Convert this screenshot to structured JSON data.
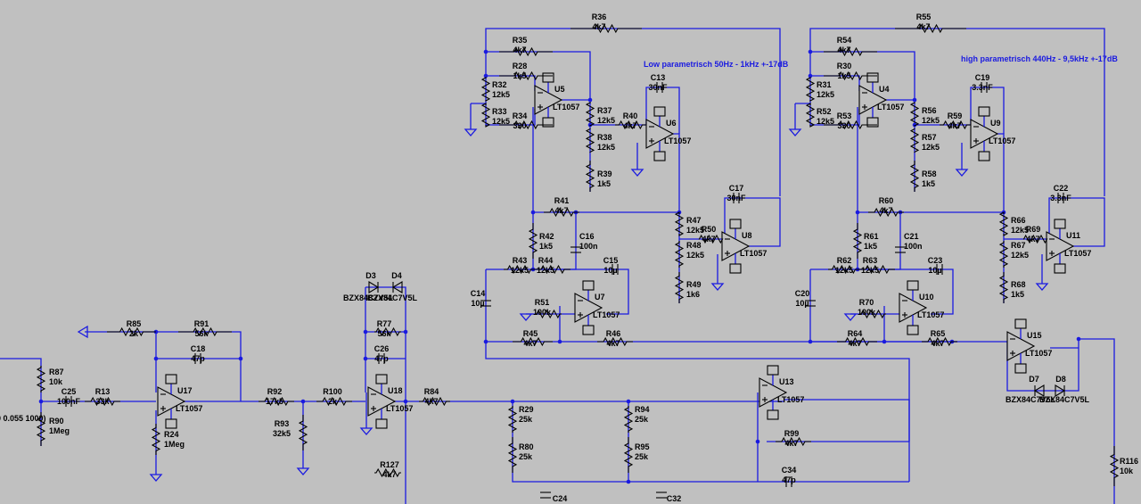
{
  "schematic": {
    "notes": {
      "low": "Low parametrisch 50Hz - 1kHz +-17dB",
      "high": "high parametrisch 440Hz - 9,5kHz +-17dB"
    },
    "source_fragment": "0 0.055 1000)",
    "resistors": [
      {
        "id": "R36",
        "value": "4k7"
      },
      {
        "id": "R35",
        "value": "4k7"
      },
      {
        "id": "R28",
        "value": "1k5"
      },
      {
        "id": "R32",
        "value": "12k5"
      },
      {
        "id": "R33",
        "value": "12k5"
      },
      {
        "id": "R34",
        "value": "330"
      },
      {
        "id": "R37",
        "value": "12k5"
      },
      {
        "id": "R38",
        "value": "12k5"
      },
      {
        "id": "R39",
        "value": "1k5"
      },
      {
        "id": "R40",
        "value": "4k7"
      },
      {
        "id": "R41",
        "value": "4k7"
      },
      {
        "id": "R42",
        "value": "1k5"
      },
      {
        "id": "R43",
        "value": "12k5"
      },
      {
        "id": "R44",
        "value": "12k5"
      },
      {
        "id": "R45",
        "value": "4k7"
      },
      {
        "id": "R46",
        "value": "4k7"
      },
      {
        "id": "R47",
        "value": "12k5"
      },
      {
        "id": "R48",
        "value": "12k5"
      },
      {
        "id": "R49",
        "value": "1k6"
      },
      {
        "id": "R50",
        "value": "4k7"
      },
      {
        "id": "R51",
        "value": "100k"
      },
      {
        "id": "R55",
        "value": "4k7"
      },
      {
        "id": "R54",
        "value": "4k7"
      },
      {
        "id": "R30",
        "value": "1k5"
      },
      {
        "id": "R31",
        "value": "12k5"
      },
      {
        "id": "R52",
        "value": "12k5"
      },
      {
        "id": "R53",
        "value": "330"
      },
      {
        "id": "R56",
        "value": "12k5"
      },
      {
        "id": "R57",
        "value": "12k5"
      },
      {
        "id": "R58",
        "value": "1k5"
      },
      {
        "id": "R59",
        "value": "4k7"
      },
      {
        "id": "R60",
        "value": "4k7"
      },
      {
        "id": "R61",
        "value": "1k5"
      },
      {
        "id": "R62",
        "value": "12k5"
      },
      {
        "id": "R63",
        "value": "12k5"
      },
      {
        "id": "R64",
        "value": "4k7"
      },
      {
        "id": "R65",
        "value": "4k7"
      },
      {
        "id": "R66",
        "value": "12k5"
      },
      {
        "id": "R67",
        "value": "12k5"
      },
      {
        "id": "R68",
        "value": "1k5"
      },
      {
        "id": "R69",
        "value": "4k7"
      },
      {
        "id": "R70",
        "value": "100k"
      },
      {
        "id": "R85",
        "value": "2k"
      },
      {
        "id": "R91",
        "value": "56k"
      },
      {
        "id": "R87",
        "value": "10k"
      },
      {
        "id": "R90",
        "value": "1Meg"
      },
      {
        "id": "R13",
        "value": "33k"
      },
      {
        "id": "R24",
        "value": "1Meg"
      },
      {
        "id": "R92",
        "value": "17k5"
      },
      {
        "id": "R93",
        "value": "32k5"
      },
      {
        "id": "R100",
        "value": "2k"
      },
      {
        "id": "R77",
        "value": "56k"
      },
      {
        "id": "R84",
        "value": "4k7"
      },
      {
        "id": "R127",
        "value": "4k7"
      },
      {
        "id": "R29",
        "value": "25k"
      },
      {
        "id": "R80",
        "value": "25k"
      },
      {
        "id": "R94",
        "value": "25k"
      },
      {
        "id": "R95",
        "value": "25k"
      },
      {
        "id": "R99",
        "value": "4k7"
      },
      {
        "id": "R116",
        "value": "10k"
      }
    ],
    "capacitors": [
      {
        "id": "C13",
        "value": "30nF"
      },
      {
        "id": "C17",
        "value": "30nF"
      },
      {
        "id": "C16",
        "value": "100n"
      },
      {
        "id": "C15",
        "value": "10µ"
      },
      {
        "id": "C14",
        "value": "10µ"
      },
      {
        "id": "C19",
        "value": "3.3nF"
      },
      {
        "id": "C22",
        "value": "3.3nF"
      },
      {
        "id": "C21",
        "value": "100n"
      },
      {
        "id": "C23",
        "value": "10µ"
      },
      {
        "id": "C20",
        "value": "10µ"
      },
      {
        "id": "C18",
        "value": "47p"
      },
      {
        "id": "C25",
        "value": "100nF"
      },
      {
        "id": "C26",
        "value": "47p"
      },
      {
        "id": "C34",
        "value": "47p"
      },
      {
        "id": "C24",
        "value": ""
      },
      {
        "id": "C32",
        "value": ""
      }
    ],
    "opamps": [
      {
        "id": "U5",
        "part": "LT1057"
      },
      {
        "id": "U6",
        "part": "LT1057"
      },
      {
        "id": "U8",
        "part": "LT1057"
      },
      {
        "id": "U7",
        "part": "LT1057"
      },
      {
        "id": "U4",
        "part": "LT1057"
      },
      {
        "id": "U9",
        "part": "LT1057"
      },
      {
        "id": "U11",
        "part": "LT1057"
      },
      {
        "id": "U10",
        "part": "LT1057"
      },
      {
        "id": "U17",
        "part": "LT1057"
      },
      {
        "id": "U18",
        "part": "LT1057"
      },
      {
        "id": "U13",
        "part": "LT1057"
      },
      {
        "id": "U15",
        "part": "LT1057"
      }
    ],
    "diodes": [
      {
        "id": "D3",
        "part": "BZX84C7V5L"
      },
      {
        "id": "D4",
        "part": "BZX84C7V5L"
      },
      {
        "id": "D7",
        "part": "BZX84C7V5L"
      },
      {
        "id": "D8",
        "part": "BZX84C7V5L"
      }
    ]
  }
}
